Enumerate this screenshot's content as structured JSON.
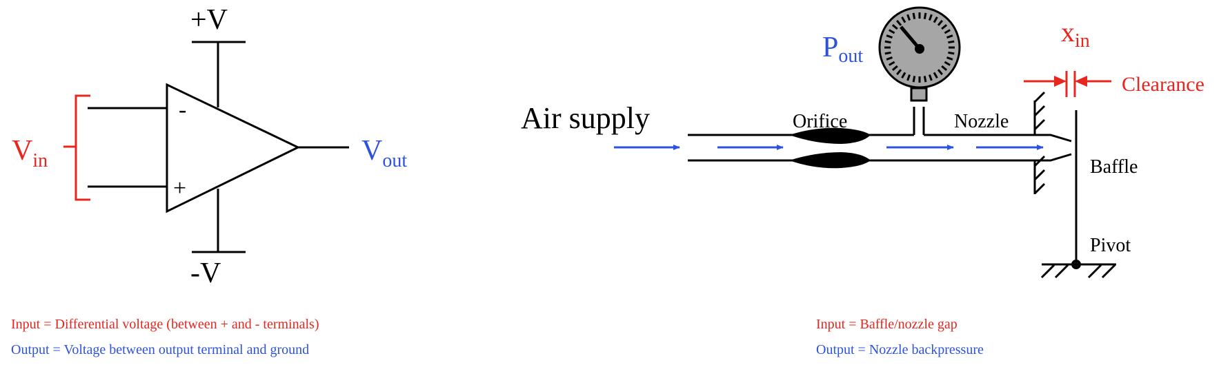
{
  "colors": {
    "black": "#000000",
    "red": "#e8261f",
    "blue": "#2d52e0",
    "gauge_face": "#a6a6a6"
  },
  "opamp": {
    "supply_pos": "+V",
    "supply_neg": "-V",
    "inverting": "-",
    "noninverting": "+",
    "vin_main": "V",
    "vin_sub": "in",
    "vout_main": "V",
    "vout_sub": "out",
    "caption_input": "Input = Differential voltage (between + and - terminals)",
    "caption_output": "Output = Voltage between output terminal and ground"
  },
  "pneumatic": {
    "air_supply": "Air supply",
    "orifice": "Orifice",
    "nozzle": "Nozzle",
    "baffle": "Baffle",
    "pivot": "Pivot",
    "clearance": "Clearance",
    "pout_main": "P",
    "pout_sub": "out",
    "xin_main": "x",
    "xin_sub": "in",
    "caption_input": "Input = Baffle/nozzle gap",
    "caption_output": "Output = Nozzle backpressure"
  }
}
